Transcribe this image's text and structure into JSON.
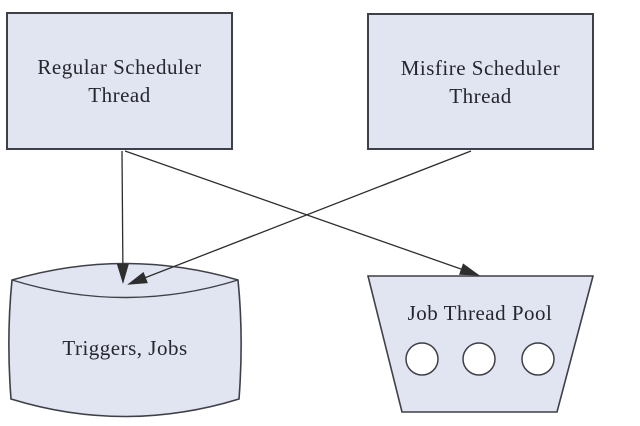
{
  "diagram": {
    "nodes": {
      "regular_scheduler_thread": {
        "label": "Regular Scheduler Thread",
        "shape": "rectangle"
      },
      "misfire_scheduler_thread": {
        "label": "Misfire Scheduler Thread",
        "shape": "rectangle"
      },
      "triggers_jobs": {
        "label": "Triggers, Jobs",
        "shape": "cylinder"
      },
      "job_thread_pool": {
        "label": "Job Thread Pool",
        "shape": "trapezoid",
        "worker_circles": 3
      }
    },
    "edges": [
      {
        "from": "regular_scheduler_thread",
        "to": "triggers_jobs",
        "style": "arrow"
      },
      {
        "from": "regular_scheduler_thread",
        "to": "job_thread_pool",
        "style": "arrow"
      },
      {
        "from": "misfire_scheduler_thread",
        "to": "triggers_jobs",
        "style": "arrow"
      }
    ],
    "colors": {
      "node_fill": "#e0e5f1",
      "node_border": "#3f3f47",
      "line": "#2e2e2e",
      "text": "#26262e",
      "circle_fill": "#ffffff",
      "background": "#ffffff"
    }
  }
}
